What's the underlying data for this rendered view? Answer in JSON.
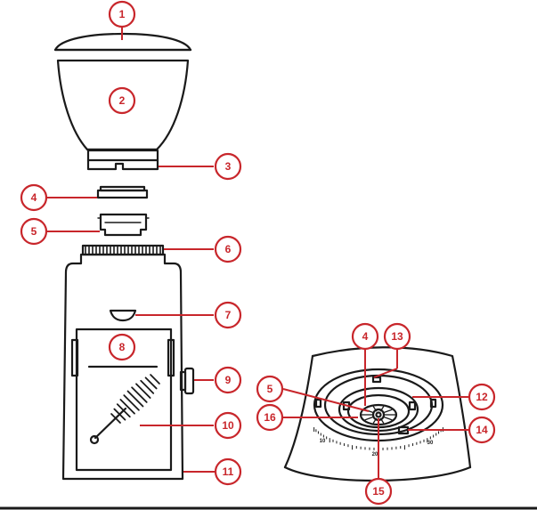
{
  "callouts": [
    {
      "id": "c1",
      "label": "1"
    },
    {
      "id": "c2",
      "label": "2"
    },
    {
      "id": "c3",
      "label": "3"
    },
    {
      "id": "c4",
      "label": "4"
    },
    {
      "id": "c5",
      "label": "5"
    },
    {
      "id": "c6",
      "label": "6"
    },
    {
      "id": "c7",
      "label": "7"
    },
    {
      "id": "c8",
      "label": "8"
    },
    {
      "id": "c9",
      "label": "9"
    },
    {
      "id": "c10",
      "label": "10"
    },
    {
      "id": "c11",
      "label": "11"
    },
    {
      "id": "c4b",
      "label": "4"
    },
    {
      "id": "c13",
      "label": "13"
    },
    {
      "id": "c5b",
      "label": "5"
    },
    {
      "id": "c12",
      "label": "12"
    },
    {
      "id": "c16",
      "label": "16"
    },
    {
      "id": "c14",
      "label": "14"
    },
    {
      "id": "c15",
      "label": "15"
    }
  ],
  "grind_scale": {
    "labels": [
      "10",
      "20",
      "30"
    ]
  },
  "colors": {
    "accent": "#c8262b",
    "line": "#1a1a1a",
    "background": "#ffffff"
  }
}
